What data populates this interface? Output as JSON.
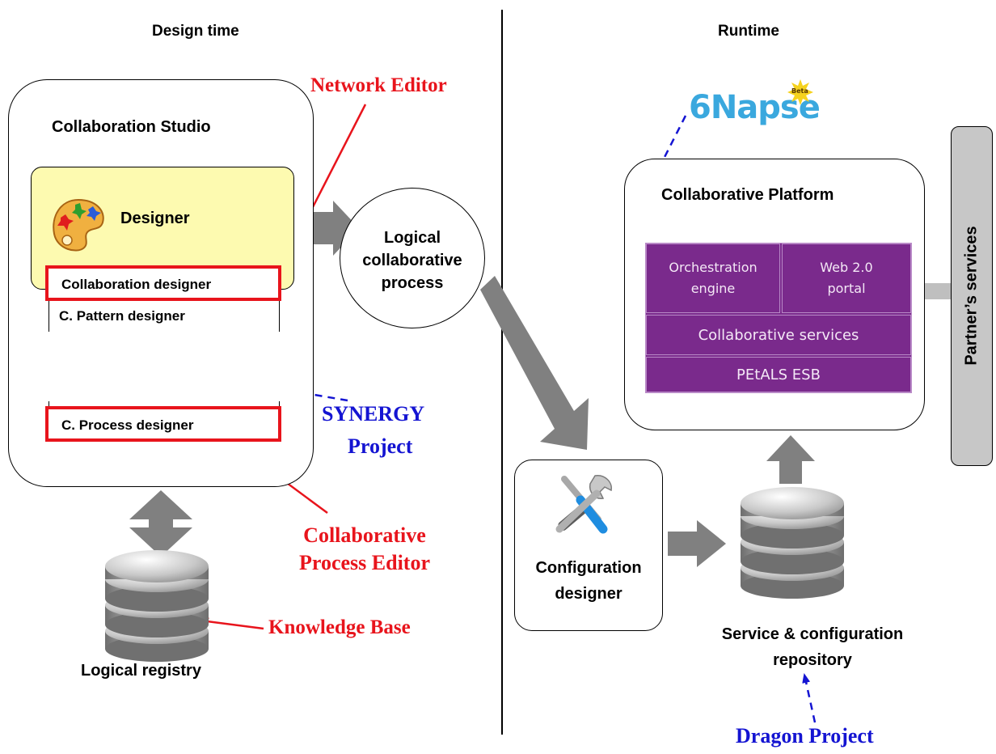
{
  "headings": {
    "design_time": "Design time",
    "runtime": "Runtime"
  },
  "studio": {
    "title": "Collaboration Studio",
    "designer": "Designer",
    "items": [
      "Collaboration designer",
      "C. Pattern designer",
      "C. Process designer"
    ]
  },
  "logical_process": {
    "line1": "Logical",
    "line2": "collaborative",
    "line3": "process"
  },
  "platform": {
    "title": "Collaborative Platform",
    "orchestration": {
      "line1": "Orchestration",
      "line2": "engine"
    },
    "portal": {
      "line1": "Web 2.0",
      "line2": "portal"
    },
    "services": "Collaborative services",
    "esb": "PEtALS ESB"
  },
  "partner_services": "Partner’s services",
  "config_designer": {
    "line1": "Configuration",
    "line2": "designer"
  },
  "repository": {
    "line1": "Service & configuration",
    "line2": "repository"
  },
  "logical_registry": "Logical registry",
  "annotations": {
    "network_editor": "Network Editor",
    "synergy_line1": "SYNERGY",
    "synergy_line2": "Project",
    "cpe_line1": "Collaborative",
    "cpe_line2": "Process Editor",
    "knowledge_base": "Knowledge Base",
    "dragon": "Dragon Project"
  },
  "logo": {
    "text": "6Napse",
    "badge": "Beta"
  },
  "colors": {
    "red": "#e8141c",
    "blue": "#1414d2",
    "purple": "#7a2a8c",
    "gray_arrow": "#808080",
    "designer_fill": "#fdfab0",
    "partner_fill": "#c7c7c7"
  }
}
